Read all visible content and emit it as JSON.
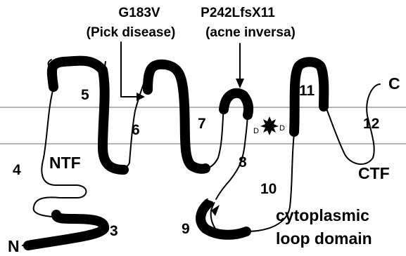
{
  "mutations": [
    {
      "name": "G183V",
      "disease": "(Pick disease)"
    },
    {
      "name": "P242LfsX11",
      "disease": "(acne inversa)"
    }
  ],
  "helix_numbers": [
    "3",
    "4",
    "5",
    "6",
    "7",
    "8",
    "9",
    "10",
    "11",
    "12"
  ],
  "termini": {
    "n": "N",
    "c": "C"
  },
  "fragments": {
    "ntf": "NTF",
    "ctf": "CTF"
  },
  "cleavage_residue": "D",
  "domain_label": [
    "cytoplasmic",
    "loop domain"
  ]
}
